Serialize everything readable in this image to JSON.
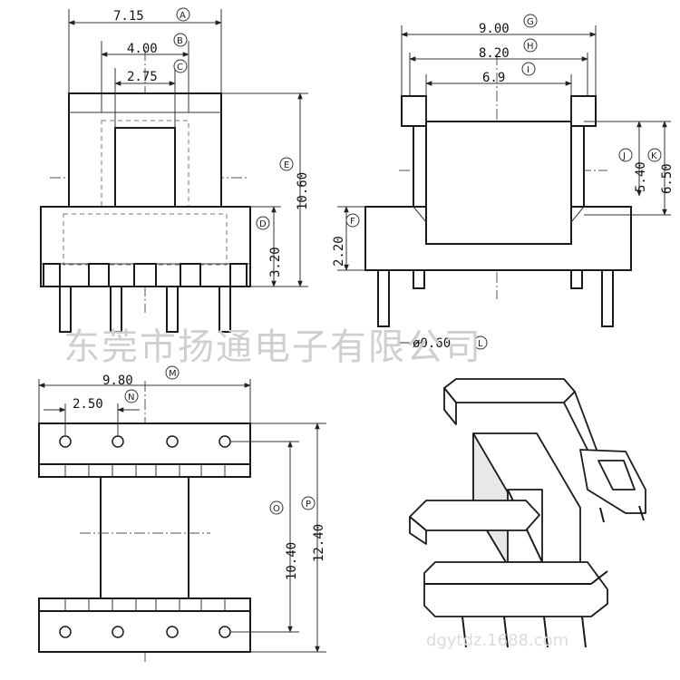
{
  "dimensions": {
    "A": "7.15",
    "B": "4.00",
    "C": "2.75",
    "D": "3.20",
    "E": "10.60",
    "G": "9.00",
    "H": "8.20",
    "I": "6.9",
    "J": "5.40",
    "K": "6.50",
    "F": "2.20",
    "L": "ø0.60",
    "M": "9.80",
    "N": "2.50",
    "O": "10.40",
    "P": "12.40"
  },
  "tags": [
    "A",
    "B",
    "C",
    "D",
    "E",
    "F",
    "G",
    "H",
    "I",
    "J",
    "K",
    "L",
    "M",
    "N",
    "O",
    "P"
  ],
  "watermark": "东莞市扬通电子有限公司",
  "watermark_url": "dgytdz.1688.com"
}
